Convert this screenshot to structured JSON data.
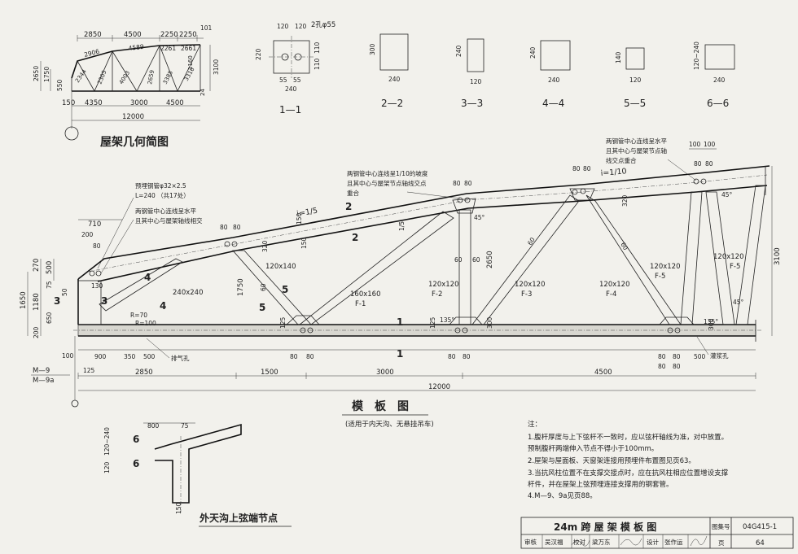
{
  "geometry": {
    "title": "屋架几何简图",
    "top_dims": [
      "2850",
      "4500",
      "2250",
      "2250",
      "101"
    ],
    "member_lengths": [
      "2906",
      "4589",
      "2261",
      "2661",
      "1160",
      "3316",
      "2344",
      "2305",
      "4003",
      "2659",
      "3385"
    ],
    "left_heights": [
      "1750",
      "2650",
      "550"
    ],
    "right_heights": [
      "3100",
      "24"
    ],
    "bottom_dims": [
      "150",
      "4350",
      "3000",
      "4500"
    ],
    "total": "12000"
  },
  "sections": [
    {
      "label": "1—1",
      "dims": [
        "120",
        "120",
        "2孔φ55",
        "220",
        "110",
        "110",
        "55",
        "55",
        "240"
      ]
    },
    {
      "label": "2—2",
      "dims": [
        "300",
        "240"
      ]
    },
    {
      "label": "3—3",
      "dims": [
        "240",
        "120"
      ]
    },
    {
      "label": "4—4",
      "dims": [
        "240",
        "240"
      ]
    },
    {
      "label": "5—5",
      "dims": [
        "140",
        "120"
      ]
    },
    {
      "label": "6—6",
      "dims": [
        "120~240",
        "240"
      ]
    }
  ],
  "main": {
    "title": "模　板　图",
    "subtitle": "(适用于内天沟、无悬挂吊车)",
    "notes_on_drawing": [
      "预埋钢管φ32×2.5",
      "L=240 （共17处）",
      "两钢管中心连线呈水平",
      "且其中心与屋架轴线相交",
      "两钢管中心连线呈1/10的坡度",
      "且其中心与屋架节点轴线交点",
      "重合",
      "两钢管中心连线呈水平",
      "且其中心与屋架节点轴",
      "线交点重合",
      "排气孔",
      "灌浆孔"
    ],
    "slopes": [
      "i=1/5",
      "i=1/10"
    ],
    "member_labels": [
      "120x140",
      "160x160",
      "F-1",
      "120x120",
      "F-2",
      "120x120",
      "F-3",
      "120x120",
      "F-4",
      "120x120",
      "F-5",
      "120x120",
      "F-5",
      "240x240"
    ],
    "section_marks": [
      "1",
      "2",
      "3",
      "4",
      "5",
      "6"
    ],
    "top_dims_left": [
      "710",
      "80",
      "80",
      "200",
      "80"
    ],
    "left_dims": [
      "270",
      "500",
      "75",
      "50",
      "1180",
      "1650",
      "650",
      "200",
      "100",
      "125"
    ],
    "small_dims": [
      "130",
      "150",
      "320",
      "150",
      "80",
      "80",
      "1/5",
      "60",
      "60",
      "60",
      "60",
      "60",
      "300",
      "125",
      "2650",
      "1750",
      "3100",
      "80",
      "80",
      "80",
      "80",
      "100",
      "100",
      "320",
      "300",
      "125",
      "R=70",
      "R=100",
      "135°",
      "135°",
      "45°",
      "45°",
      "45°"
    ],
    "bottom_dims_row1": [
      "900",
      "350",
      "500",
      "80",
      "80",
      "80",
      "80",
      "80",
      "80",
      "80",
      "80",
      "500"
    ],
    "bottom_dims_row2": [
      "125",
      "2850",
      "1500",
      "3000",
      "4500"
    ],
    "bottom_total": "12000",
    "support_marks": [
      "M—9",
      "M—9a"
    ]
  },
  "detail": {
    "title": "外天沟上弦端节点",
    "dims": [
      "800",
      "75",
      "120",
      "120~240",
      "6",
      "6",
      "150"
    ]
  },
  "notes": {
    "heading": "注：",
    "items": [
      "1.腹杆厚度与上下弦杆不一致时，应以弦杆轴线为准，对中放置。",
      "   预制腹杆两端伸入节点不得小于100mm。",
      "2.屋架与屋面板、天窗架连接用预埋件布置图见页63。",
      "3.当抗风柱位置不在支撑交接点时，应在抗风柱相应位置增设支撑",
      "   杆件，并在屋架上弦预埋连接支撑用的钢套管。",
      "4.M—9、9a见页88。"
    ]
  },
  "titleblock": {
    "title": "24m 跨 屋 架 模 板 图",
    "atlas_label": "图集号",
    "atlas_no": "04G415-1",
    "page_label": "页",
    "page_no": "64",
    "roles": [
      "审核",
      "吴汉福",
      "校对",
      "梁万东",
      "设计",
      "张作运"
    ]
  }
}
